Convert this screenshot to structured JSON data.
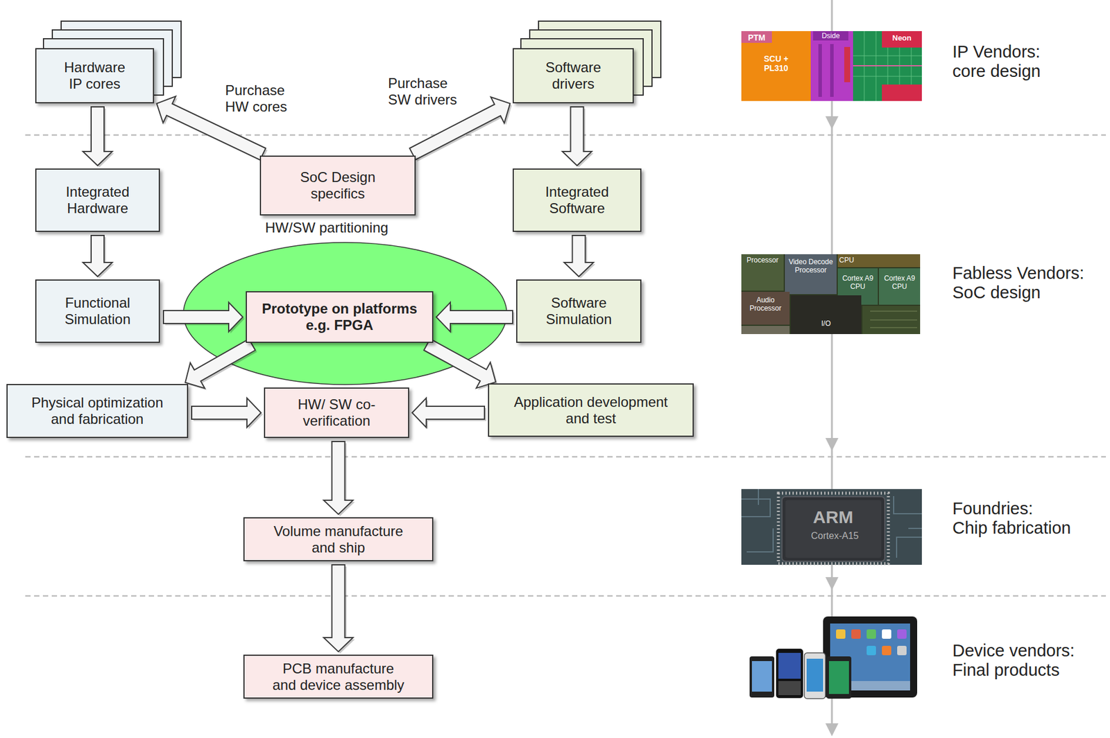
{
  "diagram": {
    "nodes": [
      {
        "text": [
          "Hardware IP cores"
        ]
      },
      {
        "text": [
          "Software drivers"
        ]
      },
      {
        "text": [
          "Integrated Hardware"
        ]
      },
      {
        "text": [
          "SoC Design specifics"
        ]
      },
      {
        "text": [
          "Integrated Software"
        ]
      },
      {
        "text": [
          "Functional Simulation"
        ]
      },
      {
        "text": [
          "Prototype on platforms e.g. FPGA"
        ]
      },
      {
        "text": [
          "Software Simulation"
        ]
      },
      {
        "text": [
          "Physical optimization and fabrication"
        ]
      },
      {
        "text": [
          "HW/ SW co-verification"
        ]
      },
      {
        "text": [
          "Application development and test"
        ]
      },
      {
        "text": [
          "Volume manufacture and ship"
        ]
      },
      {
        "text": [
          "PCB manufacture and device assembly"
        ]
      }
    ],
    "edges": [
      {
        "from": 0,
        "to": 2,
        "arrow": "to"
      },
      {
        "from": 3,
        "to": 0,
        "label": "Purchase HW cores",
        "arrow": "to"
      },
      {
        "from": 3,
        "to": 1,
        "label": "Purchase SW drivers",
        "arrow": "to"
      },
      {
        "from": 1,
        "to": 4,
        "arrow": "to"
      },
      {
        "from": 2,
        "to": 5,
        "arrow": "to"
      },
      {
        "from": 4,
        "to": 7,
        "arrow": "to"
      },
      {
        "from": 5,
        "to": 6,
        "arrow": "to"
      },
      {
        "from": 7,
        "to": 6,
        "arrow": "to"
      },
      {
        "from": 6,
        "to": 8,
        "arrow": "to"
      },
      {
        "from": 6,
        "to": 10,
        "arrow": "to"
      },
      {
        "from": 8,
        "to": 9,
        "arrow": "to"
      },
      {
        "from": 10,
        "to": 9,
        "arrow": "to"
      },
      {
        "from": 9,
        "to": 11,
        "arrow": "to"
      },
      {
        "from": 11,
        "to": 12,
        "arrow": "to"
      }
    ],
    "labels": [
      "PTM",
      "SCU + PL310",
      "Dside",
      "Neon",
      "IP Vendors: core design",
      "HW/SW partitioning",
      "Processor",
      "Video Decode Processor",
      "CPU",
      "Cortex A9 CPU",
      "Cortex A9 CPU",
      "Audio Processor",
      "I/O",
      "Fabless Vendors: SoC design",
      "ARM",
      "Cortex-A15",
      "Foundries: Chip fabrication",
      "Device vendors: Final products"
    ]
  }
}
